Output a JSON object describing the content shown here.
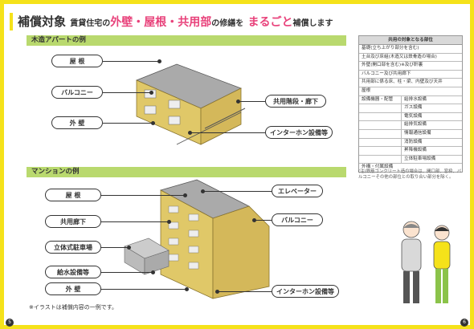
{
  "title": {
    "main": "補償対象",
    "sub1": "賃貸住宅の",
    "pink1": "外壁・屋根・共用部",
    "sub2": "の修繕を",
    "pink2": "まるごと",
    "sub3": "補償します"
  },
  "wood": {
    "heading": "木造アパートの例",
    "labels": {
      "roof": "屋 根",
      "balcony": "バルコニー",
      "wall": "外 壁",
      "stairs": "共用階段・廊下",
      "intercom": "インターホン設備等"
    }
  },
  "mansion": {
    "heading": "マンションの例",
    "labels": {
      "roof": "屋 根",
      "corridor": "共用廊下",
      "parking": "立体式駐車場",
      "water": "給水設備等",
      "wall": "外 壁",
      "elevator": "エレベーター",
      "balcony": "バルコニー",
      "intercom": "インターホン設備等"
    }
  },
  "table": {
    "header": "共用の対象となる部位",
    "rows": [
      "基礎(立ち上がり部分を含む)",
      "土台及び床組(木造又は鉄骨造の場合)",
      "外壁(開口部を含む)※及び軒裏",
      "バルコニー及び共用廊下",
      "共用部に係る床、柱・梁、内壁及び天井",
      "屋根"
    ],
    "equipment_label": "設備機器・配管",
    "equipment": [
      "給排水設備",
      "ガス設備",
      "電気設備",
      "給排気設備",
      "情報通信設備",
      "消防設備",
      "昇降機設備",
      "立体駐車場設備"
    ],
    "last": "外構・付属設備"
  },
  "footnote": "(注)鉄筋コンクリート造の場合は、開口部、窓枠、バルコニーその他の部位との取り合い部分を除く。",
  "note": "※イラストは補償内容の一例です。",
  "pages": {
    "left": "5",
    "right": "6"
  }
}
